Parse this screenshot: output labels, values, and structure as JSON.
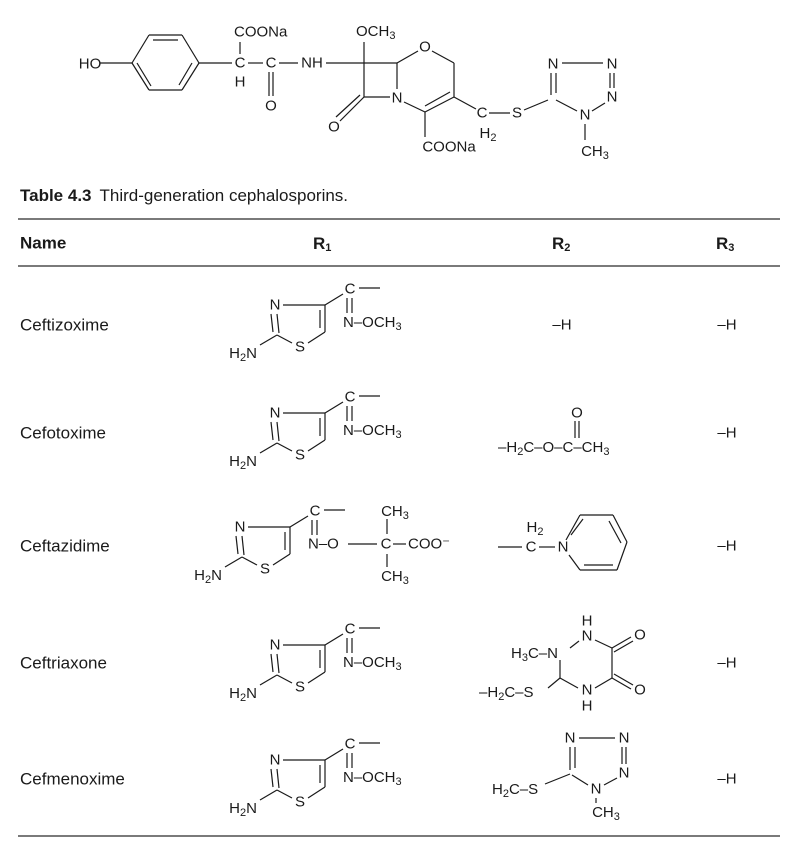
{
  "top_structure": {
    "labels": [
      "HO",
      "COONa",
      "C",
      "H",
      "C",
      "O",
      "NH",
      "OCH3",
      "O",
      "N",
      "O",
      "COONa",
      "C",
      "H2",
      "S",
      "N",
      "N",
      "N",
      "N",
      "CH3"
    ]
  },
  "caption": {
    "label": "Table 4.3",
    "text": "Third-generation cephalosporins."
  },
  "table": {
    "headers": [
      "Name",
      "R1",
      "R2",
      "R3"
    ],
    "rows": [
      {
        "name": "Ceftizoxime",
        "r1": [
          "N",
          "S",
          "H2N",
          "C",
          "N–OCH3"
        ],
        "r2": [
          "–H"
        ],
        "r3": "–H"
      },
      {
        "name": "Cefotoxime",
        "r1": [
          "N",
          "S",
          "H2N",
          "C",
          "N–OCH3"
        ],
        "r2": [
          "–H2C–O–C–CH3",
          "O"
        ],
        "r3": "–H"
      },
      {
        "name": "Ceftazidime",
        "r1": [
          "N",
          "S",
          "H2N",
          "C",
          "N–O",
          "C",
          "CH3",
          "CH3",
          "COO⁻"
        ],
        "r2": [
          "C",
          "H2",
          "N"
        ],
        "r3": "–H"
      },
      {
        "name": "Ceftriaxone",
        "r1": [
          "N",
          "S",
          "H2N",
          "C",
          "N–OCH3"
        ],
        "r2": [
          "H",
          "N",
          "O",
          "H3C–N",
          "–H2C–S",
          "N",
          "H",
          "O"
        ],
        "r3": "–H"
      },
      {
        "name": "Cefmenoxime",
        "r1": [
          "N",
          "S",
          "H2N",
          "C",
          "N–OCH3"
        ],
        "r2": [
          "N",
          "N",
          "N",
          "N",
          "CH3",
          "H2C–S"
        ],
        "r3": "–H"
      }
    ]
  }
}
